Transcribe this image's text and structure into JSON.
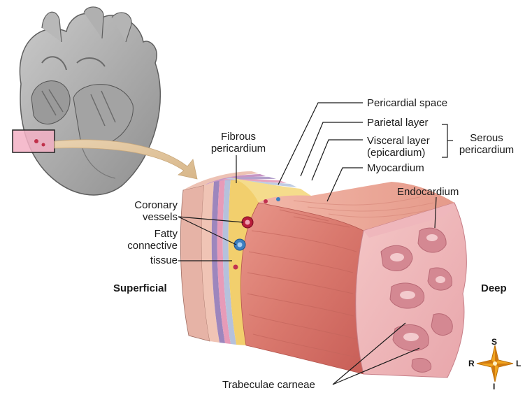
{
  "labels": {
    "pericardial_space": "Pericardial space",
    "parietal_layer": "Parietal layer",
    "visceral_layer_1": "Visceral layer",
    "visceral_layer_2": "(epicardium)",
    "serous_1": "Serous",
    "serous_2": "pericardium",
    "fibrous_1": "Fibrous",
    "fibrous_2": "pericardium",
    "myocardium": "Myocardium",
    "endocardium": "Endocardium",
    "coronary_1": "Coronary",
    "coronary_2": "vessels",
    "fatty_1": "Fatty",
    "fatty_2": "connective",
    "fatty_3": "tissue",
    "superficial": "Superficial",
    "deep": "Deep",
    "trabeculae": "Trabeculae carneae"
  },
  "compass": {
    "s": "S",
    "r": "R",
    "l": "L",
    "i": "I"
  }
}
